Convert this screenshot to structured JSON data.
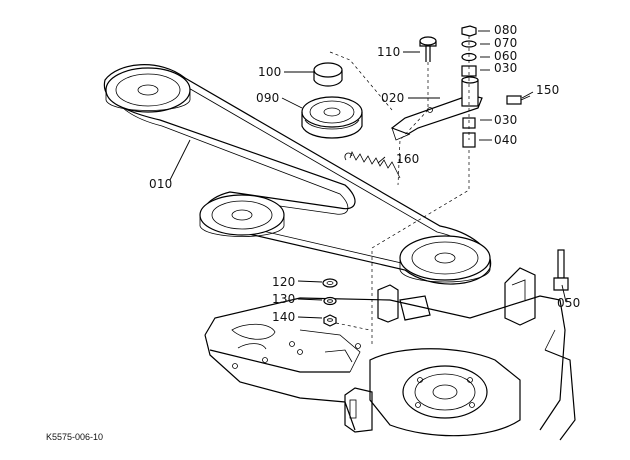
{
  "diagram": {
    "drawing_code": "K5575-006-10",
    "callouts": {
      "p010": "010",
      "p020": "020",
      "p030a": "030",
      "p030b": "030",
      "p040": "040",
      "p050": "050",
      "p060": "060",
      "p070": "070",
      "p080": "080",
      "p090": "090",
      "p100": "100",
      "p110": "110",
      "p120": "120",
      "p130": "130",
      "p140": "140",
      "p150": "150",
      "p160": "160"
    }
  }
}
